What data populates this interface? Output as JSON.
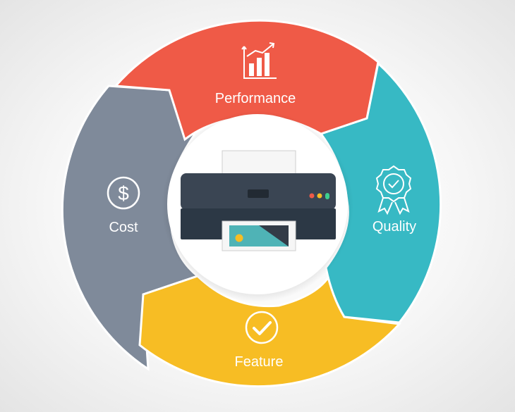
{
  "segments": [
    {
      "key": "performance",
      "label": "Performance",
      "color": "#ef5a47",
      "icon": "bar-chart-icon"
    },
    {
      "key": "quality",
      "label": "Quality",
      "color": "#37b9c4",
      "icon": "award-badge-icon"
    },
    {
      "key": "feature",
      "label": "Feature",
      "color": "#f7bd24",
      "icon": "check-circle-icon"
    },
    {
      "key": "cost",
      "label": "Cost",
      "color": "#7f8a9a",
      "icon": "dollar-icon"
    }
  ],
  "center": {
    "icon": "printer-icon",
    "background": "#ffffff"
  },
  "colors": {
    "printer_top": "#3a4553",
    "printer_bottom": "#2c3845",
    "paper": "#f6f6f6",
    "photo_teal": "#4fb3b6",
    "photo_dark": "#333b47",
    "photo_sun": "#f7bd24",
    "led_red": "#ef5a47",
    "led_yellow": "#f7bd24",
    "led_green": "#3ecf8e"
  }
}
